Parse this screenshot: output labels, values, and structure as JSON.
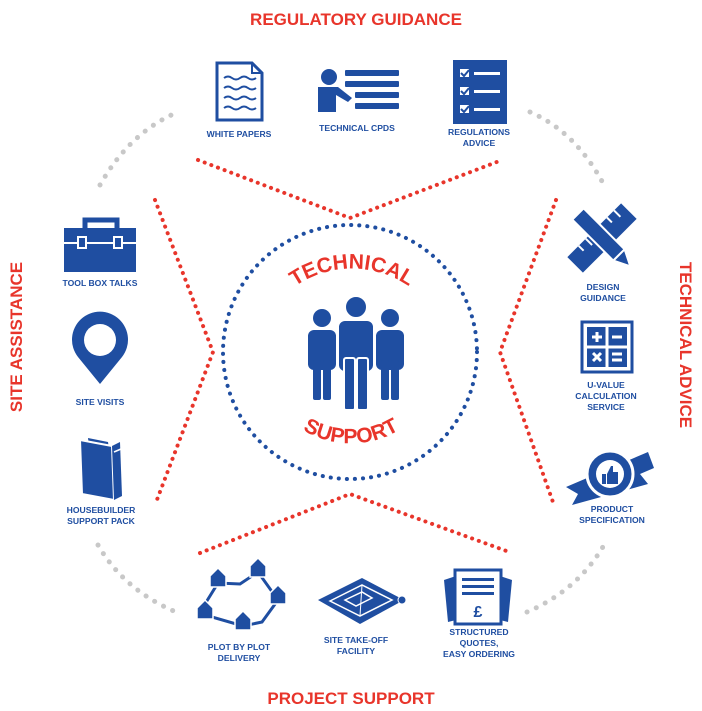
{
  "colors": {
    "red": "#e8352b",
    "blue": "#1f4ea1",
    "grey": "#c8c8c8",
    "white": "#ffffff"
  },
  "titles": {
    "top": "REGULATORY GUIDANCE",
    "bottom": "PROJECT SUPPORT",
    "left": "SITE ASSISTANCE",
    "right": "TECHNICAL ADVICE"
  },
  "center": {
    "upper": "TECHNICAL",
    "lower": "SUPPORT",
    "icon": "people-group-icon"
  },
  "items": {
    "white_papers": {
      "lines": [
        "WHITE PAPERS"
      ],
      "icon": "document-icon"
    },
    "technical_cpds": {
      "lines": [
        "TECHNICAL CPDS"
      ],
      "icon": "presenter-icon"
    },
    "regulations": {
      "lines": [
        "REGULATIONS",
        "ADVICE"
      ],
      "icon": "checklist-icon"
    },
    "design": {
      "lines": [
        "DESIGN",
        "GUIDANCE"
      ],
      "icon": "pencil-ruler-icon"
    },
    "uvalue": {
      "lines": [
        "U-VALUE",
        "CALCULATION",
        "SERVICE"
      ],
      "icon": "calculator-icon"
    },
    "product": {
      "lines": [
        "PRODUCT",
        "SPECIFICATION"
      ],
      "icon": "award-badge-icon"
    },
    "structured": {
      "lines": [
        "STRUCTURED",
        "QUOTES,",
        "EASY ORDERING"
      ],
      "icon": "quote-document-icon"
    },
    "takeoff": {
      "lines": [
        "SITE TAKE-OFF",
        "FACILITY"
      ],
      "icon": "blueprint-icon"
    },
    "plot": {
      "lines": [
        "PLOT BY PLOT",
        "DELIVERY"
      ],
      "icon": "houses-network-icon"
    },
    "housebuilder": {
      "lines": [
        "HOUSEBUILDER",
        "SUPPORT PACK"
      ],
      "icon": "folder-icon"
    },
    "site_visits": {
      "lines": [
        "SITE VISITS"
      ],
      "icon": "map-pin-icon"
    },
    "toolbox": {
      "lines": [
        "TOOL BOX TALKS"
      ],
      "icon": "toolbox-icon"
    }
  }
}
